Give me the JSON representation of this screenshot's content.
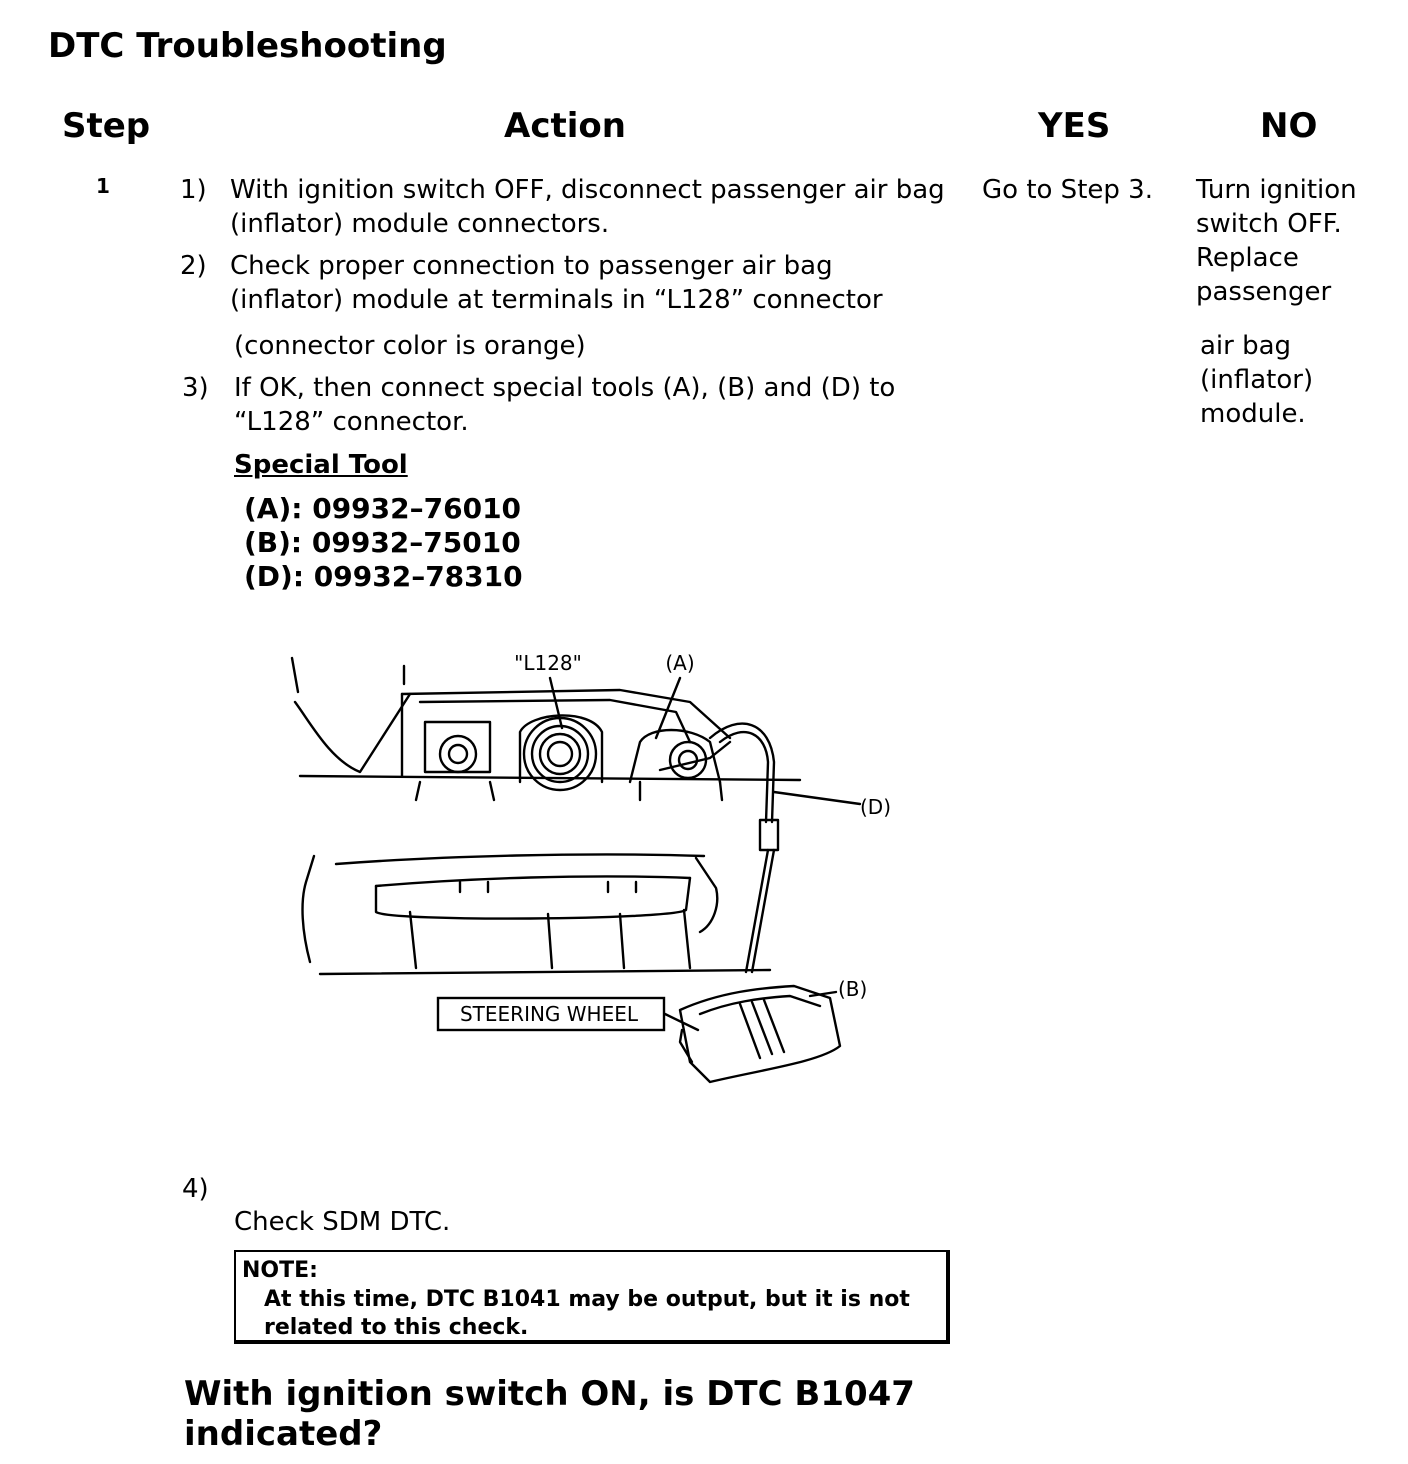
{
  "title": "DTC Troubleshooting",
  "headers": {
    "step": "Step",
    "action": "Action",
    "yes": "YES",
    "no": "NO"
  },
  "row": {
    "step": "1",
    "items": [
      {
        "num": "1)",
        "text": "With ignition switch OFF, disconnect passenger air bag (inflator) module connectors."
      },
      {
        "num": "2)",
        "text": "Check proper connection to passenger air bag (inflator) module at terminals in “L128” connector"
      },
      {
        "num": "",
        "text": "(connector color is orange)"
      },
      {
        "num": "3)",
        "text": "If OK, then connect special tools (A), (B) and (D) to “L128” connector."
      },
      {
        "num": "4)",
        "text": "Check SDM DTC."
      }
    ],
    "special_tool": {
      "label": "Special Tool",
      "tools": [
        "(A): 09932–76010",
        "(B): 09932–75010",
        "(D): 09932–78310"
      ]
    },
    "figure_labels": {
      "l128": "\"L128\"",
      "a": "(A)",
      "d": "(D)",
      "b": "(B)",
      "steering": "STEERING WHEEL"
    },
    "note": {
      "title": "NOTE:",
      "body": "At this time, DTC B1041 may be output, but it is not related to this check."
    },
    "question": "With ignition switch ON, is DTC B1047 indicated?",
    "yes": "Go to Step 3.",
    "no_part1": "Turn ignition switch OFF. Replace passenger",
    "no_part2": "air bag (inflator) module."
  }
}
